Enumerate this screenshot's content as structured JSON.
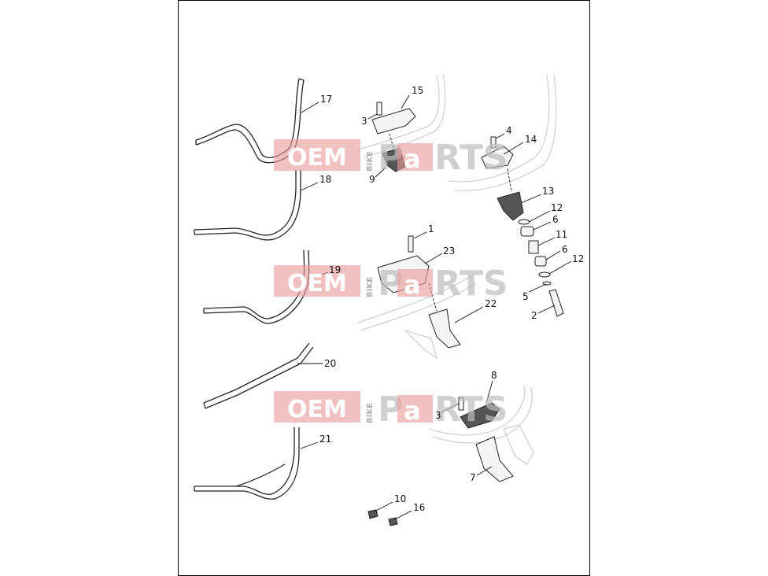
{
  "watermark": {
    "brand_left": "OEM",
    "brand_mid": "BIKE",
    "brand_right_a": "P",
    "brand_right_b": "a",
    "brand_right_c": "RTS",
    "colors": {
      "red": "#e89a9a",
      "gray": "#bdbdbd"
    }
  },
  "callouts": {
    "c1": "1",
    "c2": "2",
    "c3a": "3",
    "c3b": "3",
    "c4": "4",
    "c5": "5",
    "c6a": "6",
    "c6b": "6",
    "c7": "7",
    "c8": "8",
    "c9": "9",
    "c10": "10",
    "c11": "11",
    "c12a": "12",
    "c12b": "12",
    "c13": "13",
    "c14": "14",
    "c15": "15",
    "c16": "16",
    "c17": "17",
    "c18": "18",
    "c19": "19",
    "c20": "20",
    "c21": "21",
    "c22": "22",
    "c23": "23"
  }
}
